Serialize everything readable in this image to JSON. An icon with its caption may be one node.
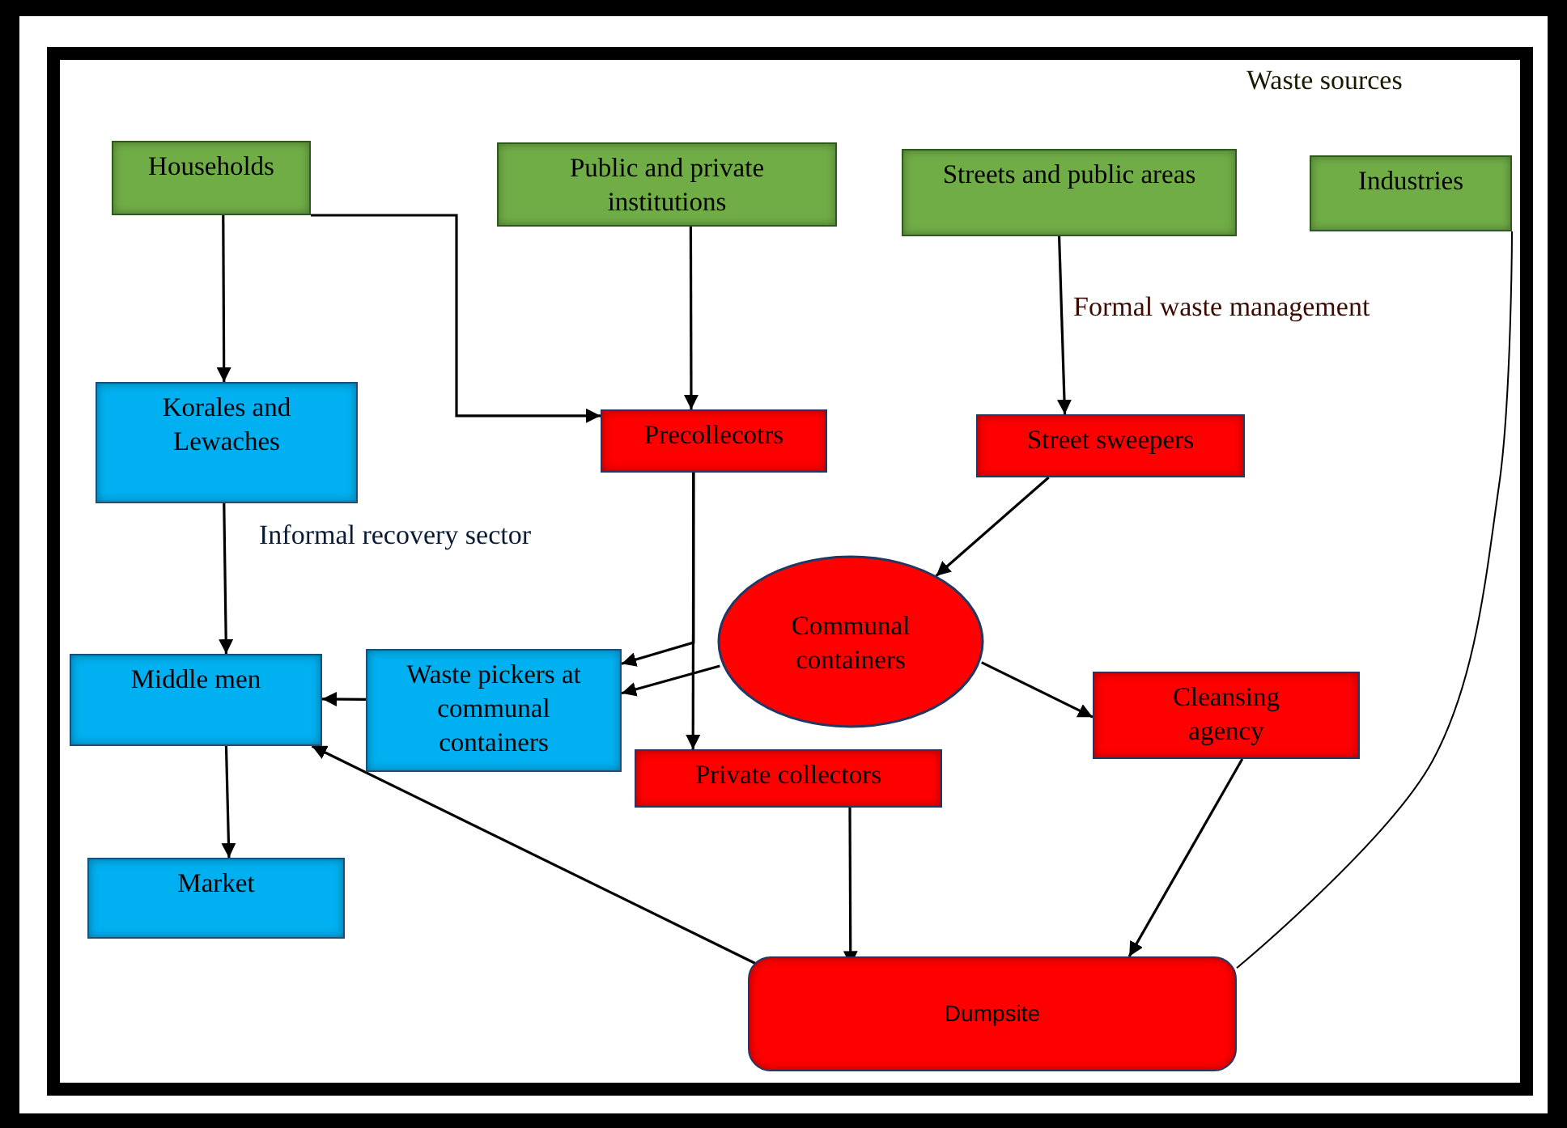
{
  "diagram": {
    "nodes": [
      {
        "text": [
          "Households"
        ]
      },
      {
        "text": [
          "Public and private institutions"
        ]
      },
      {
        "text": [
          "Streets and public areas"
        ]
      },
      {
        "text": [
          "Industries"
        ]
      },
      {
        "text": [
          "Korales and Lewaches"
        ]
      },
      {
        "text": [
          "Precollecotrs"
        ]
      },
      {
        "text": [
          "Street sweepers"
        ]
      },
      {
        "text": [
          "Communal containers"
        ]
      },
      {
        "text": [
          "Middle men"
        ]
      },
      {
        "text": [
          "Waste pickers at communal containers"
        ]
      },
      {
        "text": [
          "Cleansing agency"
        ]
      },
      {
        "text": [
          "Private collectors"
        ]
      },
      {
        "text": [
          "Market"
        ]
      },
      {
        "text": [
          "Dumpsite"
        ]
      }
    ],
    "edges": [
      {
        "from": 0,
        "to": 4,
        "arrow": "to"
      },
      {
        "from": 0,
        "to": 5,
        "arrow": "to"
      },
      {
        "from": 1,
        "to": 5,
        "arrow": "to"
      },
      {
        "from": 2,
        "to": 6,
        "arrow": "to"
      },
      {
        "from": 6,
        "to": 7,
        "arrow": "to"
      },
      {
        "from": 5,
        "to": 11,
        "arrow": "to"
      },
      {
        "from": 5,
        "to": 9,
        "arrow": "to"
      },
      {
        "from": 7,
        "to": 9,
        "arrow": "to"
      },
      {
        "from": 7,
        "to": 10,
        "arrow": "to"
      },
      {
        "from": 9,
        "to": 8,
        "arrow": "to"
      },
      {
        "from": 4,
        "to": 8,
        "arrow": "to"
      },
      {
        "from": 8,
        "to": 12,
        "arrow": "to"
      },
      {
        "from": 11,
        "to": 13,
        "arrow": "to"
      },
      {
        "from": 10,
        "to": 13,
        "arrow": "to"
      },
      {
        "from": 13,
        "to": 8,
        "arrow": "to"
      },
      {
        "from": 3,
        "to": 13,
        "arrow": "none"
      }
    ],
    "labels": [
      "Waste sources",
      "Formal waste management",
      "Informal recovery sector"
    ]
  }
}
